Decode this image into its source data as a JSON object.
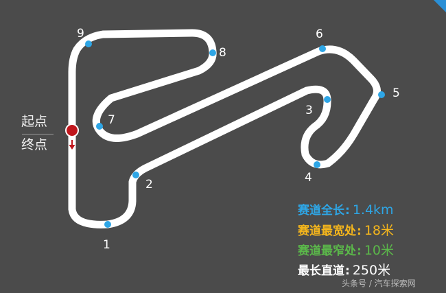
{
  "corners": [
    "1",
    "2",
    "3",
    "4",
    "5",
    "6",
    "7",
    "8",
    "9"
  ],
  "start_finish": {
    "line1": "起点",
    "line2": "终点"
  },
  "stats": [
    {
      "label": "赛道全长",
      "value": "1.4km",
      "color": "#2ea6e6"
    },
    {
      "label": "赛道最宽处",
      "value": "18米",
      "color": "#f5b61c"
    },
    {
      "label": "赛道最窄处",
      "value": "10米",
      "color": "#5bb84a"
    },
    {
      "label": "最长直道",
      "value": "250米",
      "color": "#ffffff"
    }
  ],
  "watermark": "头条号 / 汽车探索网",
  "colors": {
    "background": "#4b4b4b",
    "track": "#ffffff",
    "corner_marker": "#2ea6e6",
    "start_marker": "#c0161c"
  }
}
